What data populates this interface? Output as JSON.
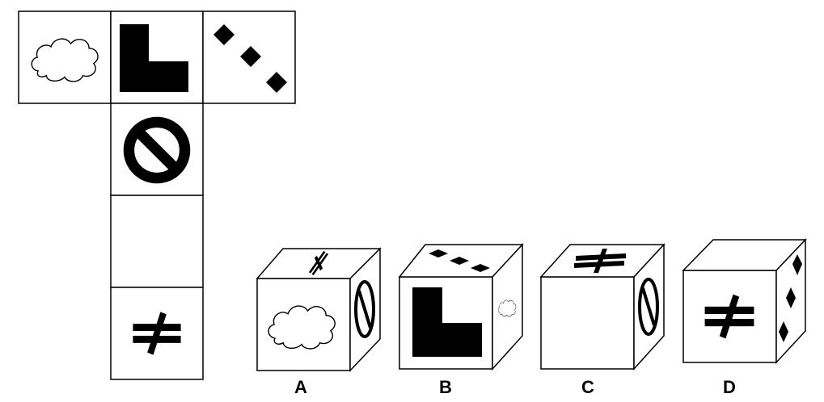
{
  "net": {
    "faces": [
      {
        "id": "cloud",
        "icon": "cloud-icon"
      },
      {
        "id": "l-shape",
        "icon": "l-shape-icon"
      },
      {
        "id": "diamonds",
        "icon": "three-diamonds-icon"
      },
      {
        "id": "no-sign",
        "icon": "no-sign-icon"
      },
      {
        "id": "blank",
        "icon": ""
      },
      {
        "id": "not-equal",
        "icon": "not-equal-icon"
      }
    ]
  },
  "options": [
    {
      "label": "A",
      "front": "cloud-icon",
      "top": "not-equal-icon",
      "side": "no-sign-icon"
    },
    {
      "label": "B",
      "front": "l-shape-icon",
      "top": "three-diamonds-icon",
      "side": "cloud-icon"
    },
    {
      "label": "C",
      "front": "",
      "top": "not-equal-icon",
      "side": "no-sign-icon"
    },
    {
      "label": "D",
      "front": "not-equal-icon",
      "top": "",
      "side": "three-diamonds-icon"
    }
  ],
  "colors": {
    "ink": "#000000",
    "paper": "#ffffff"
  }
}
